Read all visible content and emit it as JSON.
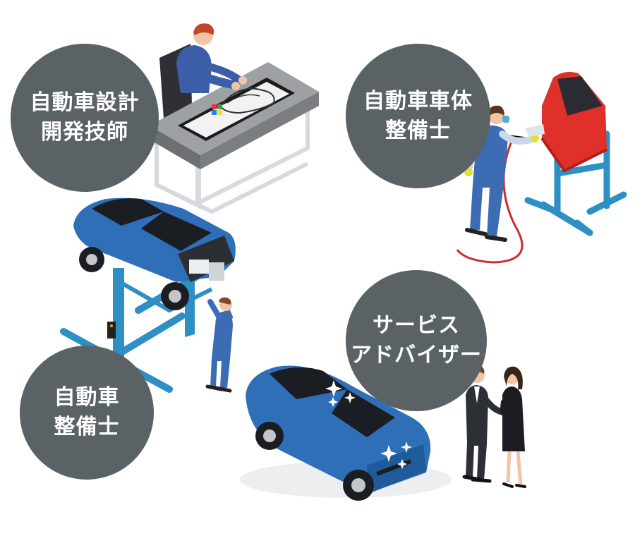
{
  "colors": {
    "circle": "#5b6266",
    "car_body": "#2f6fb7",
    "car_dark": "#1a1d22",
    "lift": "#2d8fc4",
    "door": "#e0302a",
    "hose": "#d4282a",
    "desk": "#8e9092",
    "shirt": "#3c5da8",
    "overall": "#3b6cb4",
    "suit": "#2d2f36"
  },
  "roles": {
    "design": {
      "line1": "自動車設計",
      "line2": "開発技師"
    },
    "body": {
      "line1": "自動車車体",
      "line2": "整備士"
    },
    "service": {
      "line1": "サービス",
      "line2": "アドバイザー"
    },
    "mechanic": {
      "line1": "自動車",
      "line2": "整備士"
    }
  },
  "illustrations": {
    "designer": "designer-at-drafting-table",
    "painter": "painter-spraying-car-door",
    "lift": "car-on-two-post-lift-with-mechanic",
    "dealer": "car-with-handshake-advisor-and-customer"
  }
}
